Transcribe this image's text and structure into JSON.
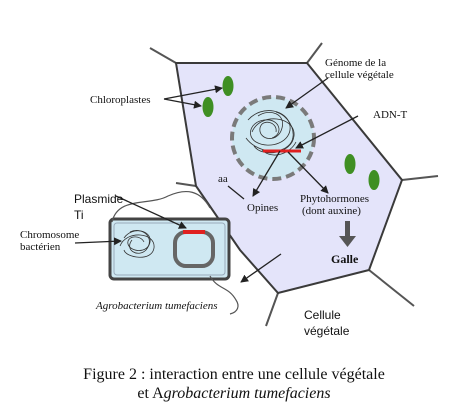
{
  "labels": {
    "genome_line1": "Génome de la",
    "genome_line2": "cellule végétale",
    "chloroplastes": "Chloroplastes",
    "adn_t": "ADN-T",
    "aa": "aa",
    "plasmide": "Plasmide",
    "ti": "Ti",
    "chromosome_line1": "Chromosome",
    "chromosome_line2": "bactérien",
    "opines": "Opines",
    "phyto_line1": "Phytohormones",
    "phyto_line2": "(dont auxine)",
    "galle": "Galle",
    "agro": "Agrobacterium tumefaciens",
    "cellule_line1": "Cellule",
    "cellule_line2": "végétale"
  },
  "caption": {
    "line1": "Figure 2 : interaction entre une cellule végétale",
    "line2_prefix": "et A",
    "line2_italic": "grobacterium tumefaciens"
  },
  "colors": {
    "cell_fill": "#e4e4fa",
    "cell_border": "#3a3a3a",
    "nucleus_fill": "#cfe8f2",
    "nucleus_border": "#7a7a7a",
    "chloroplast": "#3f8f23",
    "adn_t": "#e02020",
    "bacterium_fill": "#cfe8f2",
    "bacterium_border": "#444444"
  }
}
